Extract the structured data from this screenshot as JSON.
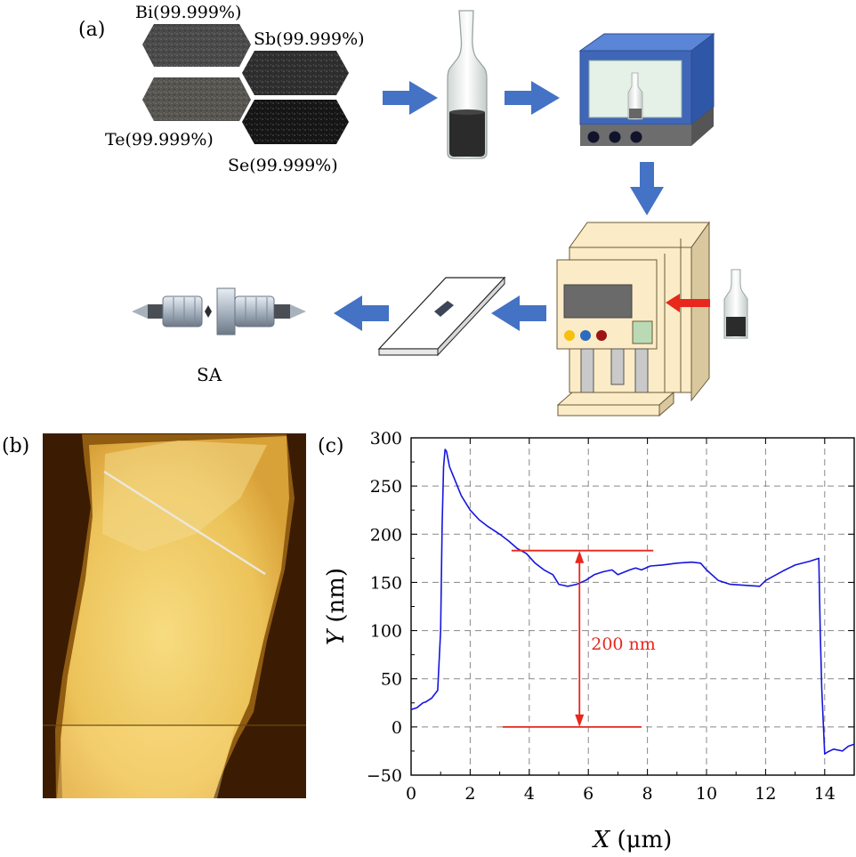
{
  "panel_labels": {
    "a": "(a)",
    "b": "(b)",
    "c": "(c)"
  },
  "materials": [
    {
      "label": "Bi(99.999%)",
      "color": "#4a4a4a"
    },
    {
      "label": "Sb(99.999%)",
      "color": "#2e2e2e"
    },
    {
      "label": "Te(99.999%)",
      "color": "#575550"
    },
    {
      "label": "Se(99.999%)",
      "color": "#151515"
    }
  ],
  "sa_label": "SA",
  "colors": {
    "arrow_blue": "#4472c4",
    "furnace_blue": "#3f66b7",
    "machine_cream": "#fbecc7",
    "machine_side": "#d9c89e",
    "red": "#e8271d",
    "trace_blue": "#1515dd",
    "afm_dark": "#3b1c02",
    "afm_bright": "#f1d070",
    "grid": "#888888"
  },
  "chart_data": {
    "type": "line",
    "xlabel_var": "X",
    "xlabel_unit": "(μm)",
    "ylabel_var": "Y",
    "ylabel_unit": "(nm)",
    "xlim": [
      0,
      15
    ],
    "ylim": [
      -50,
      300
    ],
    "xticks": [
      0,
      2,
      4,
      6,
      8,
      10,
      12,
      14
    ],
    "yticks": [
      -50,
      0,
      50,
      100,
      150,
      200,
      250,
      300
    ],
    "grid": true,
    "series": [
      {
        "x": [
          0,
          0.2,
          0.4,
          0.5,
          0.7,
          0.9,
          1.0,
          1.05,
          1.1,
          1.15,
          1.2,
          1.3,
          1.5,
          1.7,
          2.0,
          2.3,
          2.6,
          3.0,
          3.3,
          3.6,
          3.9,
          4.2,
          4.5,
          4.8,
          5.0,
          5.3,
          5.6,
          5.9,
          6.2,
          6.5,
          6.8,
          7.0,
          7.4,
          7.6,
          7.8,
          8.1,
          8.5,
          9.0,
          9.5,
          9.8,
          10.0,
          10.4,
          10.8,
          11.3,
          11.8,
          12.0,
          12.3,
          12.6,
          13.0,
          13.5,
          13.8,
          13.85,
          13.9,
          14.0,
          14.1,
          14.3,
          14.6,
          14.8,
          15.0
        ],
        "y": [
          18,
          20,
          25,
          26,
          30,
          38,
          100,
          210,
          270,
          288,
          286,
          270,
          255,
          240,
          225,
          215,
          208,
          200,
          193,
          185,
          180,
          170,
          163,
          158,
          148,
          146,
          148,
          152,
          158,
          161,
          163,
          158,
          163,
          165,
          163,
          167,
          168,
          170,
          171,
          170,
          163,
          152,
          148,
          147,
          146,
          152,
          157,
          162,
          168,
          172,
          175,
          100,
          40,
          -28,
          -26,
          -23,
          -25,
          -20,
          -18
        ]
      }
    ],
    "annotation": {
      "text": "200 nm",
      "upper_line": {
        "x": [
          3.4,
          8.2
        ],
        "y": 183
      },
      "lower_line": {
        "x": [
          3.1,
          7.8
        ],
        "y": 0
      },
      "arrow_x": 5.7
    }
  }
}
